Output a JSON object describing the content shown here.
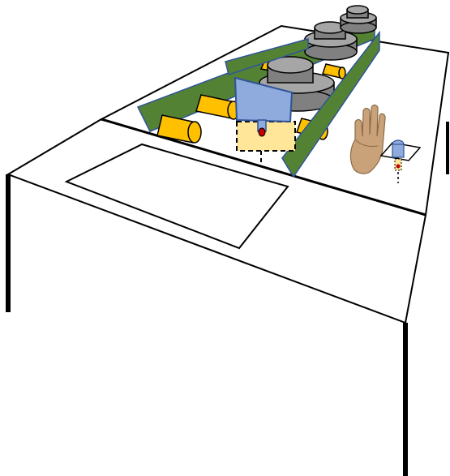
{
  "scene": {
    "colors": {
      "table_fill": "#ffffff",
      "table_line": "#000000",
      "rail_green": "#548235",
      "rail_edge": "#2f5597",
      "roller_fill": "#ffc000",
      "roller_edge": "#000000",
      "cylinder_gray": "#808080",
      "cylinder_top": "#a6a6a6",
      "blue_shield": "#8faadc",
      "blue_shield_edge": "#2f5597",
      "dashed_box": "#ffe699",
      "red_marker": "#c00000",
      "hand_skin": "#c9a27a",
      "hand_shadow": "#8a6a45"
    },
    "icons": {
      "shield": "blue-shield",
      "hand": "hand-icon",
      "probe": "probe-icon",
      "rollers": "roller",
      "cylinders": "stacked-cylinder"
    }
  }
}
